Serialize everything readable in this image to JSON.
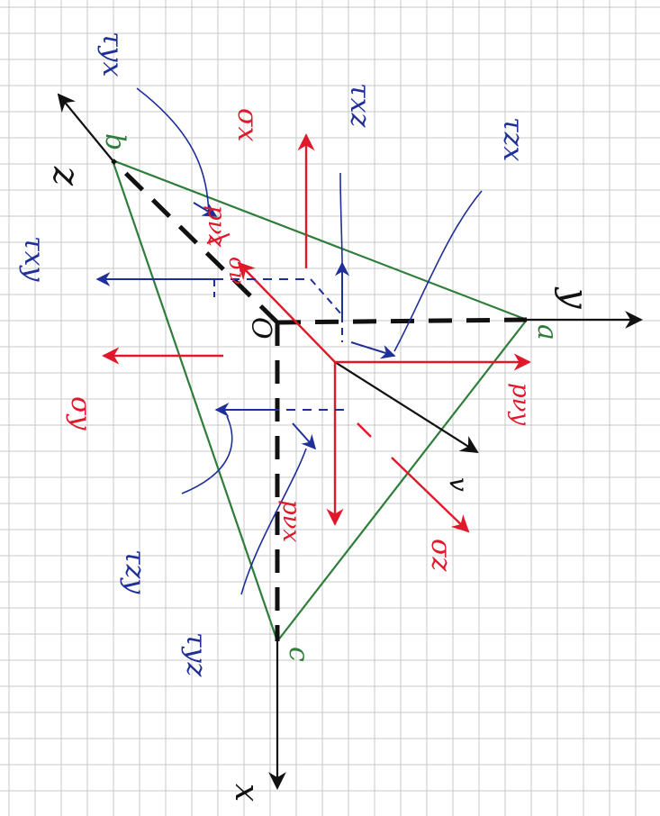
{
  "colors": {
    "paper": "#ffffff",
    "grid": "#c8c8c8",
    "axis": "#111111",
    "edge": "#2e7d3a",
    "dash": "#111111",
    "stress_normal": "#e0182a",
    "stress_shear": "#1f2f9a"
  },
  "labels": {
    "axis_x": "x",
    "axis_y": "y",
    "axis_z": "z",
    "origin": "O",
    "vertex_a": "a",
    "vertex_b": "b",
    "vertex_c": "c",
    "normal": "v",
    "sigma_x": "σx",
    "sigma_y": "σy",
    "sigma_z": "σz",
    "sigma_nu": "σν",
    "tau_xy": "τxy",
    "tau_yx": "τyx",
    "tau_xz": "τxz",
    "tau_zx": "τzx",
    "tau_yz": "τyz",
    "tau_zy": "τzy",
    "p_nu_x": "pνx",
    "p_nu_y": "pνy",
    "p_nu_z": "pνz"
  },
  "icons": {
    "arrow": "arrowhead-icon"
  }
}
